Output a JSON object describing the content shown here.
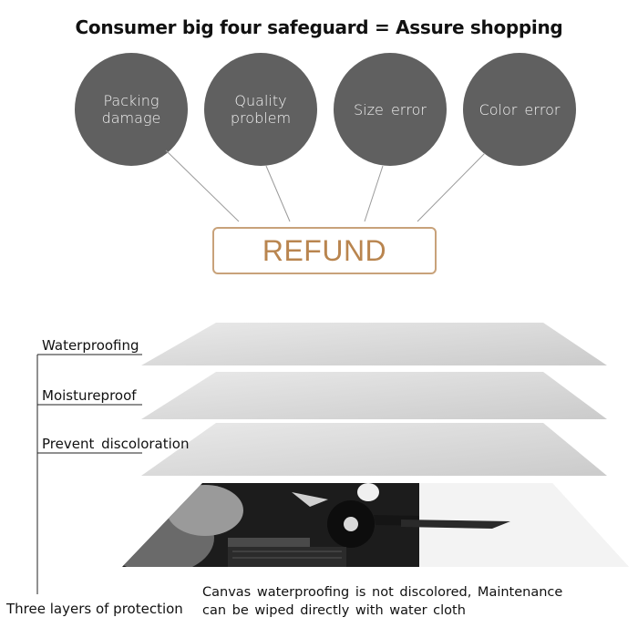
{
  "headline": "Consumer big four safeguard = Assure shopping",
  "safeguards": [
    {
      "label": "Packing damage"
    },
    {
      "label": "Quality problem"
    },
    {
      "label": "Size error"
    },
    {
      "label": "Color error"
    }
  ],
  "refund_label": "REFUND",
  "layer_labels": [
    "Waterproofing",
    "Moistureproof",
    "Prevent discoloration"
  ],
  "caption": "Canvas waterproofing is not discolored, Maintenance can be wiped directly with water cloth",
  "protection_label": "Three layers of protection",
  "colors": {
    "circle": "#606060",
    "refund": "#b9854f",
    "refund_border": "#c8a27a",
    "layer": "#cfcfcf"
  }
}
